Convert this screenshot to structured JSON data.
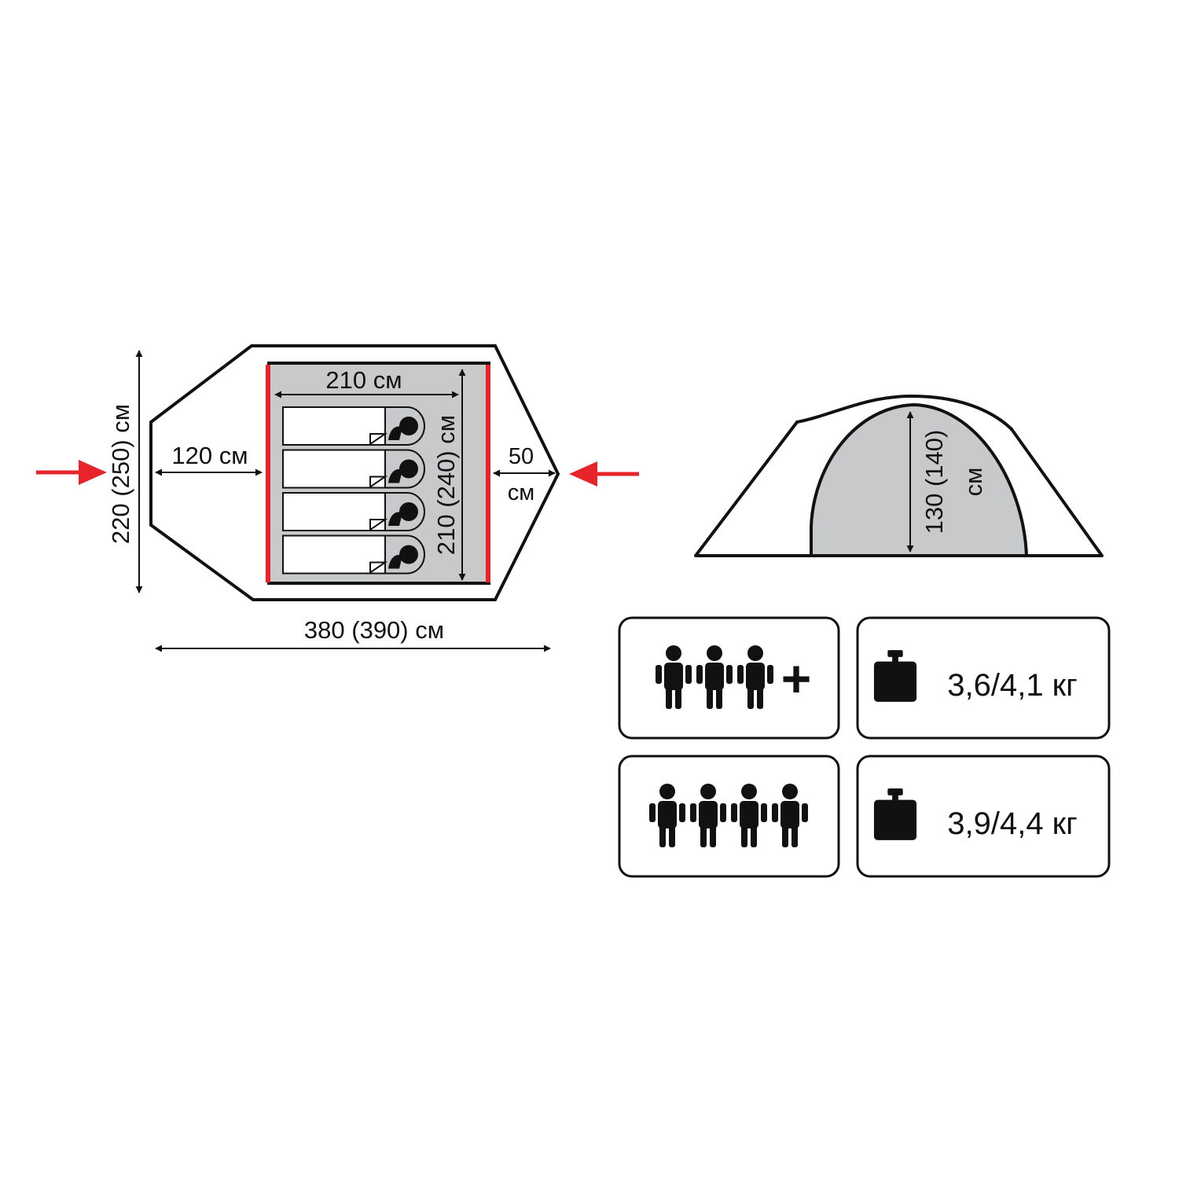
{
  "floor_plan": {
    "width_label": "220 (250) см",
    "length_label": "380 (390) см",
    "vestibule_label": "120 см",
    "inner_width_label": "210 см",
    "inner_length_label": "210 (240) см",
    "rear_label_value": "50",
    "rear_label_unit": "см",
    "sleeping_places": 4,
    "accent_color": "#e8242b",
    "floor_color": "#c8c9cb"
  },
  "side_view": {
    "height_label": "130 (140)",
    "height_unit": "см"
  },
  "specs": [
    {
      "persons_icons": 3,
      "plus": "+",
      "weight": "3,6/4,1 кг"
    },
    {
      "persons_icons": 4,
      "plus": "",
      "weight": "3,9/4,4 кг"
    }
  ]
}
